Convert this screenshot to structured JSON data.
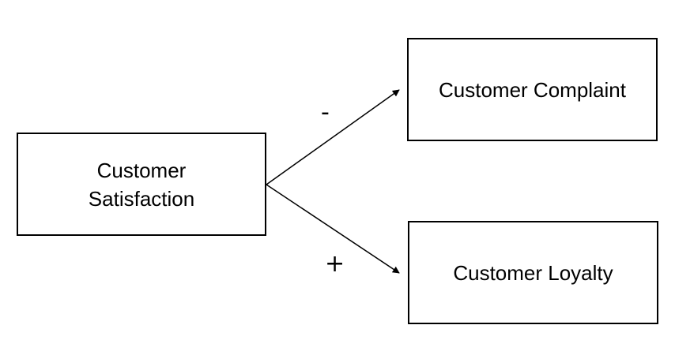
{
  "nodes": {
    "satisfaction": {
      "label_line1": "Customer",
      "label_line2": "Satisfaction"
    },
    "complaint": {
      "label": "Customer Complaint"
    },
    "loyalty": {
      "label": "Customer Loyalty"
    }
  },
  "edges": [
    {
      "from": "Customer Satisfaction",
      "to": "Customer Complaint",
      "sign": "-"
    },
    {
      "from": "Customer Satisfaction",
      "to": "Customer Loyalty",
      "sign": "+"
    }
  ],
  "colors": {
    "stroke": "#000000",
    "background": "#ffffff"
  }
}
